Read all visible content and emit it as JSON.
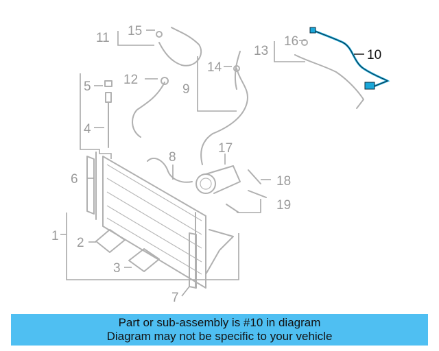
{
  "callouts": [
    "1",
    "2",
    "3",
    "4",
    "5",
    "6",
    "7",
    "8",
    "9",
    "10",
    "11",
    "12",
    "13",
    "14",
    "15",
    "16",
    "17",
    "18",
    "19"
  ],
  "highlighted_part": "10",
  "highlight_color": "#1aa7d9",
  "banner": {
    "line1": "Part or sub-assembly is #10 in diagram",
    "line2": "Diagram may not be specific to your vehicle",
    "background": "#4fbff2"
  }
}
